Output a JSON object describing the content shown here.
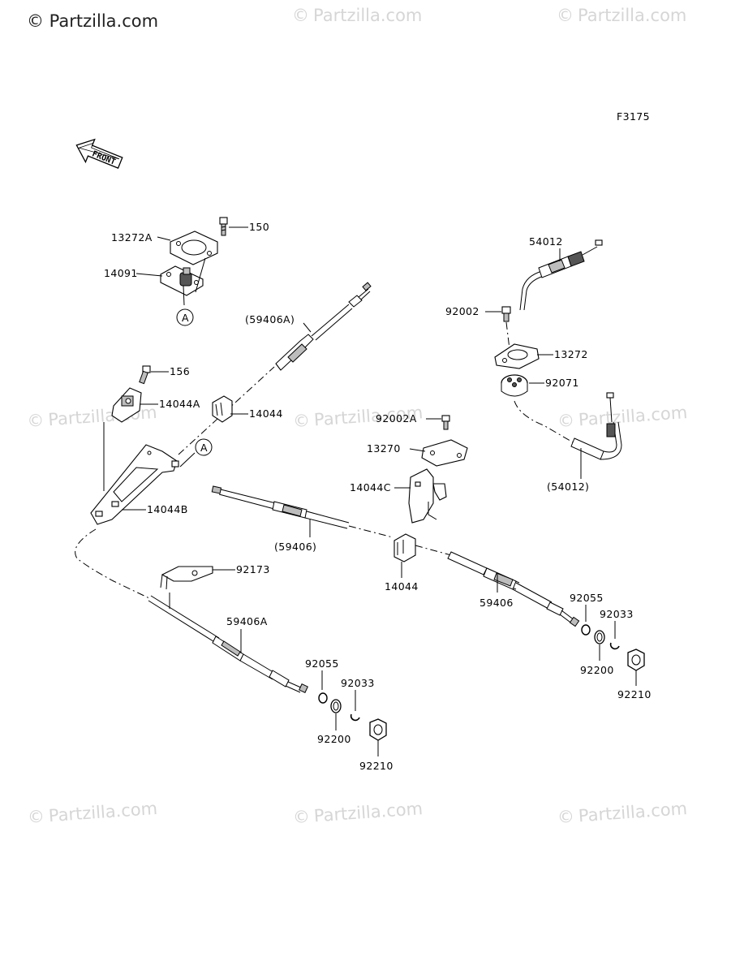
{
  "watermark": {
    "copyright_symbol": "©",
    "brand": "Partzilla.com",
    "top_left": "© Partzilla.com"
  },
  "figure_code": "F3175",
  "front_arrow": "FRONT",
  "callout_letter": "A",
  "labels": {
    "l_13272A": "13272A",
    "l_150": "150",
    "l_14091": "14091",
    "l_59406A_paren": "(59406A)",
    "l_156": "156",
    "l_14044A": "14044A",
    "l_14044_top": "14044",
    "l_14044B": "14044B",
    "l_59406_paren": "(59406)",
    "l_14044_mid": "14044",
    "l_92173": "92173",
    "l_59406A": "59406A",
    "l_92055_left": "92055",
    "l_92033_left": "92033",
    "l_92200_left": "92200",
    "l_92210_left": "92210",
    "l_92002A": "92002A",
    "l_13270": "13270",
    "l_14044C": "14044C",
    "l_54012": "54012",
    "l_92002": "92002",
    "l_13272": "13272",
    "l_92071": "92071",
    "l_54012_paren": "(54012)",
    "l_59406": "59406",
    "l_92055_right": "92055",
    "l_92033_right": "92033",
    "l_92200_right": "92200",
    "l_92210_right": "92210"
  }
}
